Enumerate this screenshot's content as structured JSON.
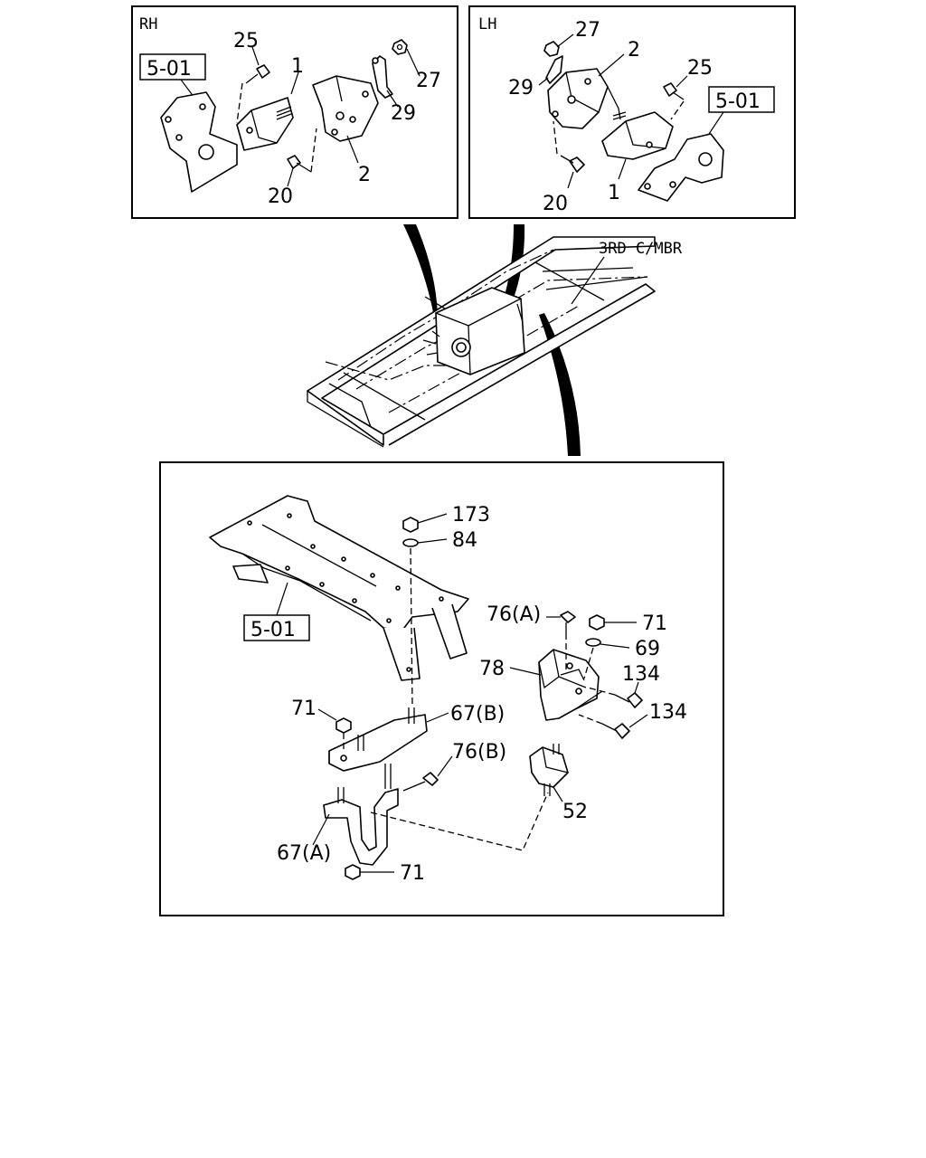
{
  "panels": {
    "rh": {
      "side_label": "RH",
      "ref_label": "5-01",
      "callouts": {
        "p25": "25",
        "p1": "1",
        "p27": "27",
        "p29": "29",
        "p2": "2",
        "p20": "20"
      }
    },
    "lh": {
      "side_label": "LH",
      "ref_label": "5-01",
      "callouts": {
        "p27": "27",
        "p2": "2",
        "p29": "29",
        "p25": "25",
        "p20": "20",
        "p1": "1"
      }
    },
    "frame": {
      "label": "3RD C/MBR"
    },
    "rear": {
      "ref_label": "5-01",
      "callouts": {
        "p173": "173",
        "p84": "84",
        "p76a": "76(A)",
        "p71a": "71",
        "p69": "69",
        "p78": "78",
        "p134a": "134",
        "p134b": "134",
        "p71b": "71",
        "p67b": "67(B)",
        "p76b": "76(B)",
        "p52": "52",
        "p67a": "67(A)",
        "p71c": "71"
      }
    }
  }
}
